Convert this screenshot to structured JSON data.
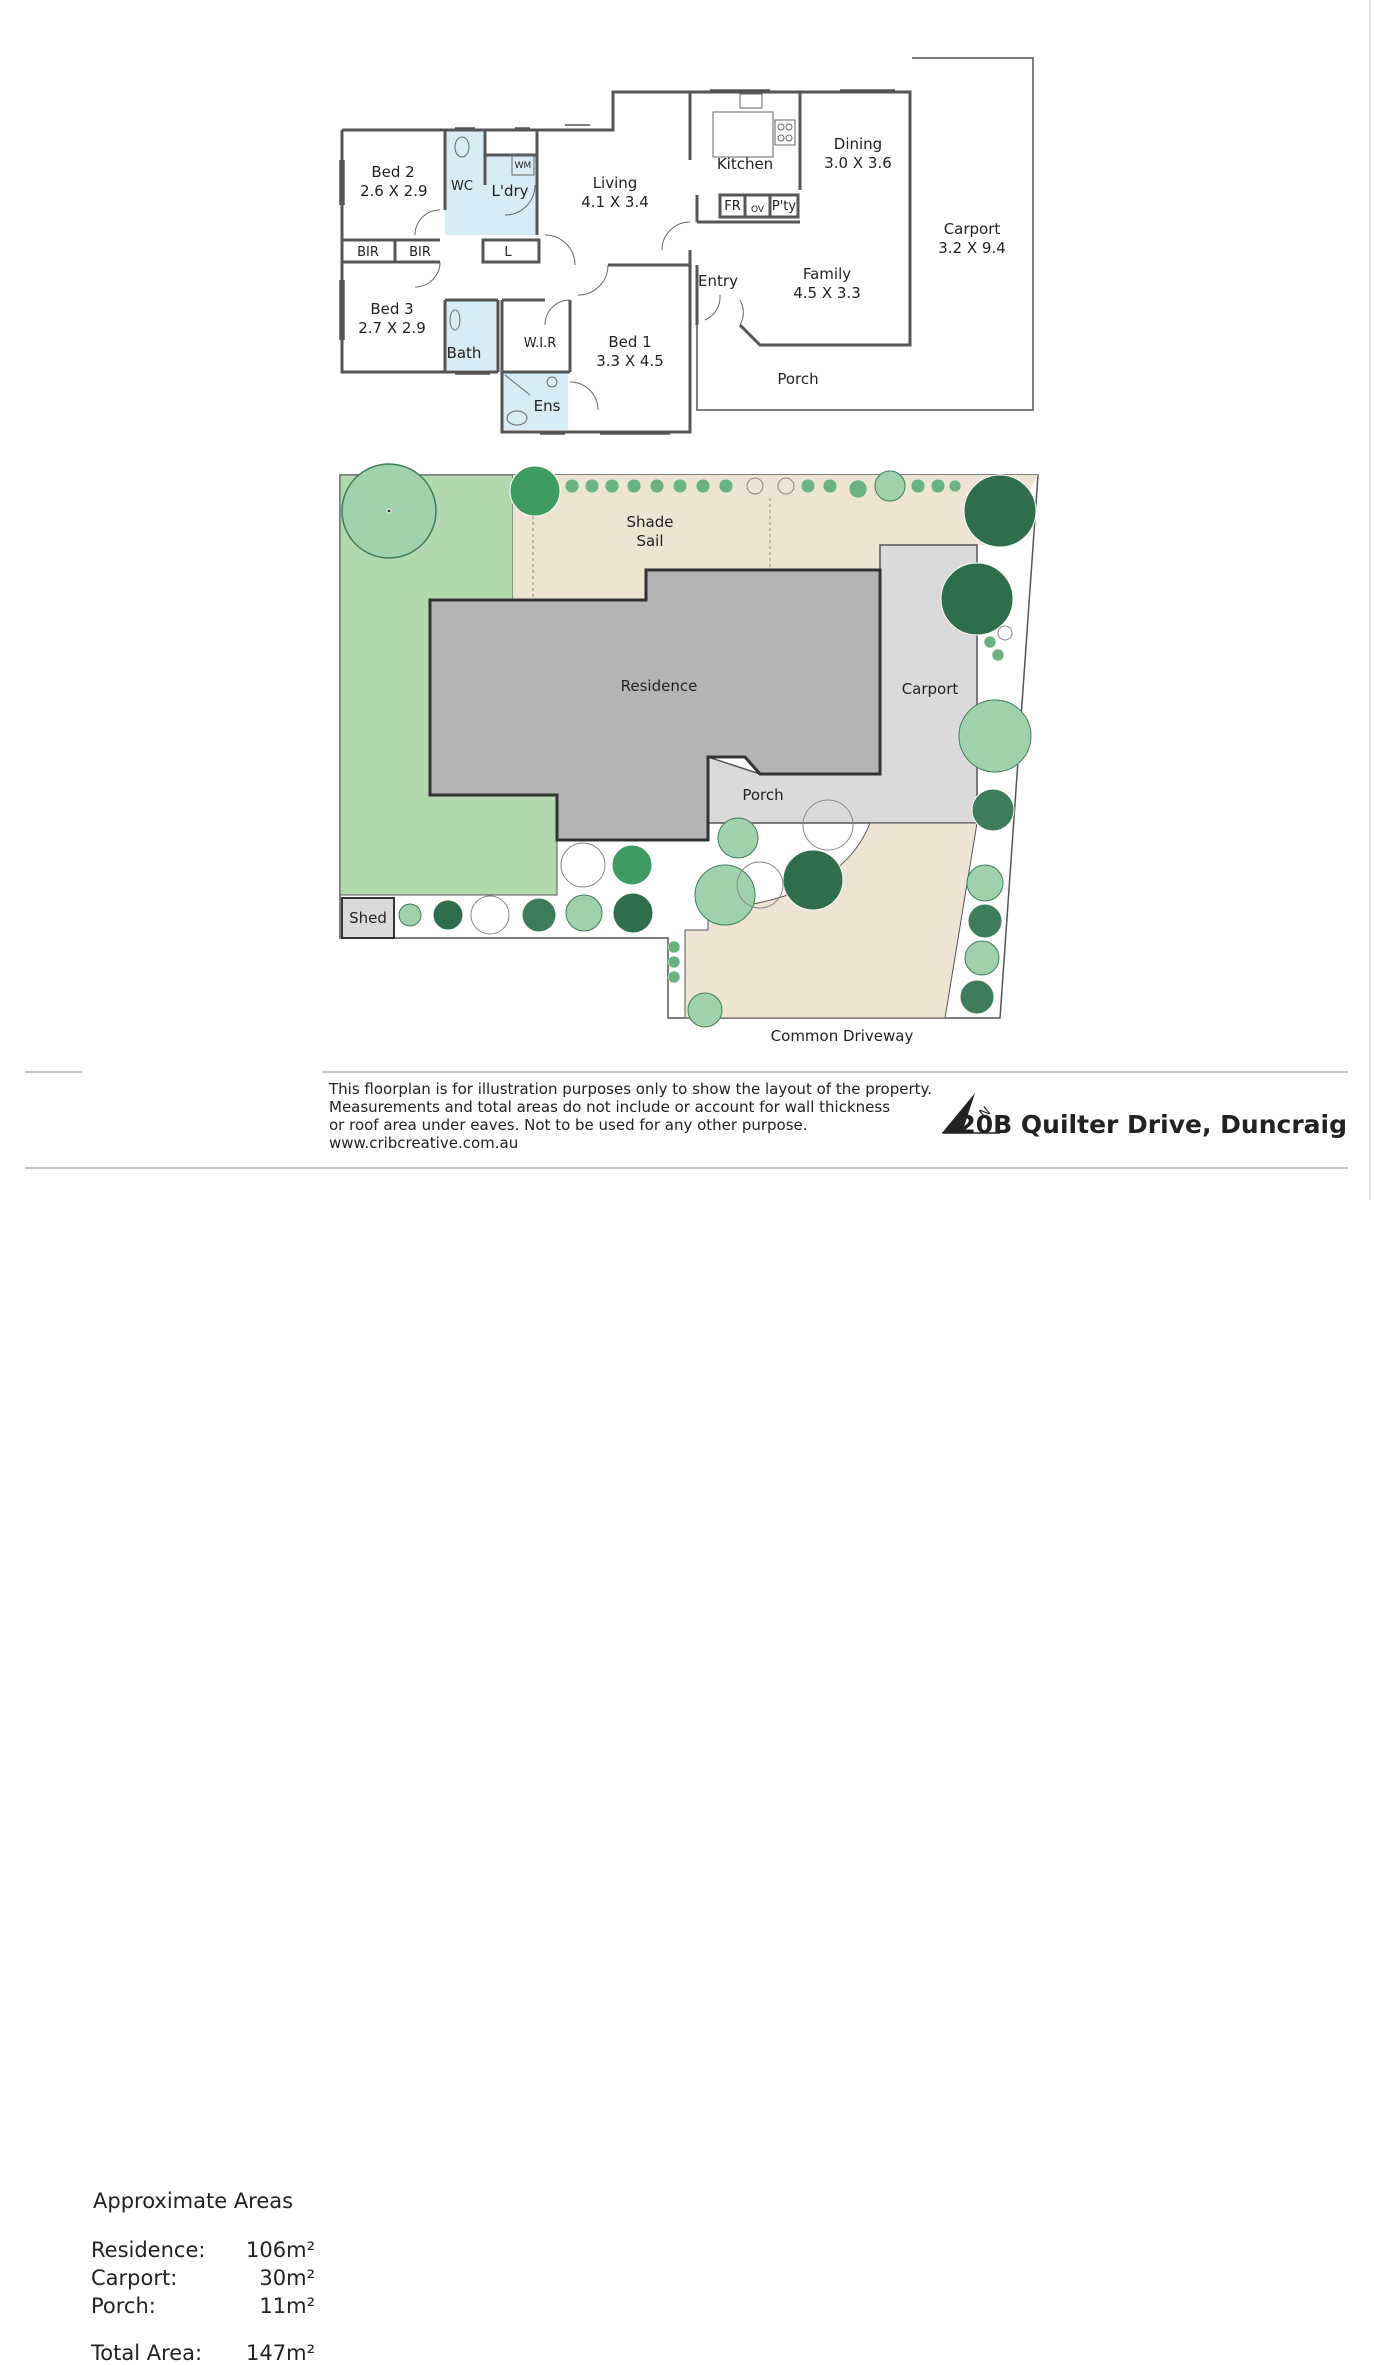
{
  "floorplan": {
    "rooms": {
      "bed2_name": "Bed 2",
      "bed2_size": "2.6 X 2.9",
      "bed3_name": "Bed 3",
      "bed3_size": "2.7 X 2.9",
      "bed1_name": "Bed 1",
      "bed1_size": "3.3 X 4.5",
      "living_name": "Living",
      "living_size": "4.1 X 3.4",
      "kitchen_name": "Kitchen",
      "dining_name": "Dining",
      "dining_size": "3.0 X 3.6",
      "family_name": "Family",
      "family_size": "4.5 X 3.3",
      "carport_name": "Carport",
      "carport_size": "3.2 X 9.4",
      "entry": "Entry",
      "porch": "Porch",
      "wc": "WC",
      "laundry": "L'dry",
      "wm": "WM",
      "bir1": "BIR",
      "bir2": "BIR",
      "linen": "L",
      "bath": "Bath",
      "wir": "W.I.R",
      "ens": "Ens",
      "fr": "FR",
      "ov": "OV",
      "pantry": "P'ty"
    }
  },
  "siteplan": {
    "shade_sail_line1": "Shade",
    "shade_sail_line2": "Sail",
    "residence": "Residence",
    "carport": "Carport",
    "porch": "Porch",
    "shed": "Shed",
    "common_driveway": "Common Driveway"
  },
  "areas": {
    "heading": "Approximate Areas",
    "rows": [
      {
        "label": "Residence:",
        "value": "106m²"
      },
      {
        "label": "Carport:",
        "value": "30m²"
      },
      {
        "label": "Porch:",
        "value": "11m²"
      }
    ],
    "total_label": "Total Area:",
    "total_value": "147m²"
  },
  "disclaimer": {
    "line1": "This floorplan is for illustration purposes only to show the layout of the property.",
    "line2": "Measurements and total areas do not include or account for wall thickness",
    "line3": "or roof area under eaves. Not to be used for any other purpose.",
    "line4": "www.cribcreative.com.au"
  },
  "address": "20B Quilter Drive, Duncraig",
  "colors": {
    "lawn": "#b2d9ad",
    "paving": "#ede4d3",
    "residence": "#b4b4b4",
    "carport": "#dadada",
    "tree_dark": "#3e7d5a",
    "tree_mid": "#6ab282",
    "tree_light": "#9fd1ac",
    "wet_area": "#d8ecf5"
  },
  "icons": [
    "north-arrow-icon",
    "tree-icon",
    "sink-icon",
    "cooktop-icon",
    "toilet-icon",
    "shower-icon",
    "basin-icon"
  ]
}
